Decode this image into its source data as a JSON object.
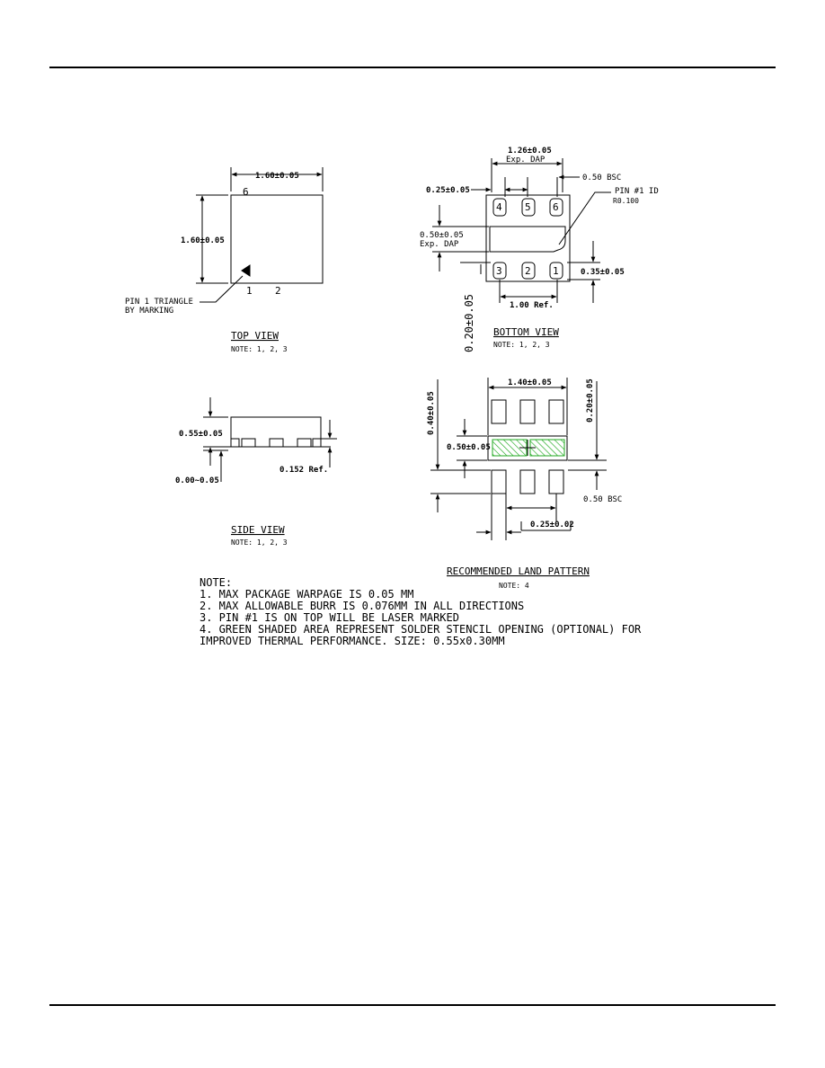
{
  "top_view": {
    "dim_width": "1.60±0.05",
    "dim_height": "1.60±0.05",
    "pin6": "6",
    "pin1": "1",
    "pin2": "2",
    "pin1_marker_line1": "PIN 1 TRIANGLE",
    "pin1_marker_line2": "BY MARKING",
    "title": "TOP VIEW",
    "note": "NOTE: 1, 2, 3"
  },
  "bottom_view": {
    "dap_width": "1.26±0.05",
    "dap_width_label": "Exp. DAP",
    "pitch": "0.50 BSC",
    "pad_width": "0.25±0.05",
    "pin1_id_line1": "PIN #1 ID",
    "pin1_id_line2": "R0.100",
    "dap_height": "0.50±0.05",
    "dap_height_label": "Exp. DAP",
    "pad_length": "0.35±0.05",
    "ref_span": "1.00 Ref.",
    "vertical_dim": "0.20±0.05",
    "pins_top": [
      "4",
      "5",
      "6"
    ],
    "pins_bottom": [
      "3",
      "2",
      "1"
    ],
    "title": "BOTTOM VIEW",
    "note": "NOTE: 1, 2, 3"
  },
  "side_view": {
    "height": "0.55±0.05",
    "standoff": "0.00~0.05",
    "terminal": "0.152 Ref.",
    "title": "SIDE VIEW",
    "note": "NOTE: 1, 2, 3"
  },
  "land_pattern": {
    "width": "1.40±0.05",
    "pad_length": "0.40±0.05",
    "spacing": "0.20±0.05",
    "dap_height": "0.50±0.05",
    "pitch": "0.50 BSC",
    "pad_width": "0.25±0.02",
    "title": "RECOMMENDED LAND PATTERN",
    "note": "NOTE: 4",
    "stencil_color": "#22aa22"
  },
  "notes": {
    "heading": "NOTE:",
    "lines": [
      "1. MAX PACKAGE WARPAGE IS 0.05 MM",
      "2. MAX ALLOWABLE BURR IS 0.076MM  IN ALL DIRECTIONS",
      "3. PIN #1 IS ON TOP WILL BE LASER MARKED",
      "4. GREEN SHADED AREA REPRESENT SOLDER STENCIL OPENING (OPTIONAL) FOR",
      "IMPROVED THERMAL PERFORMANCE.  SIZE: 0.55x0.30MM"
    ]
  }
}
